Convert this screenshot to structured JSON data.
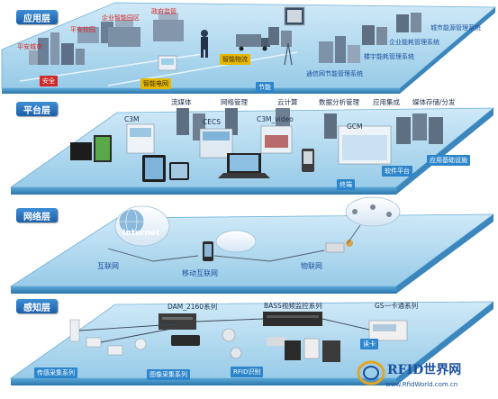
{
  "layers": {
    "application": {
      "badge": "应用层",
      "labels": {
        "safe_city_1": "平安校园",
        "enterprise_park": "企业智能园区",
        "env_monitor": "政府监管",
        "safe_city_2": "平安城市",
        "safety": "安全",
        "smart_home": "智能电网",
        "logistics": "智能物流",
        "energy_mgmt": "城市能源管理系统",
        "enterprise_mgmt": "企业能耗管理系统",
        "building_mgmt": "楼宇能耗管理系统",
        "comm_mgmt": "通信网节能管理系统",
        "energy_save": "节能"
      }
    },
    "platform": {
      "badge": "平台层",
      "labels": {
        "stream_media": "流媒体",
        "network_mgmt": "网络管理",
        "cloud_compute": "云计算",
        "data_mgmt": "数据分析管理",
        "app_integration": "应用集成",
        "media_dist": "媒体存储/分发",
        "c3m_a": "C3M",
        "ceccs": "CECS",
        "c3m_video": "C3M_video",
        "gcm": "GCM",
        "terminal": "终端",
        "software_platform": "软件平台",
        "basic_facility": "应用基础设施"
      }
    },
    "network": {
      "badge": "网络层",
      "labels": {
        "internet_cloud": "Internet",
        "internet": "互联网",
        "mobile_internet": "移动互联网",
        "iot": "物联网"
      }
    },
    "perception": {
      "badge": "感知层",
      "labels": {
        "dam": "DAM_2160系列",
        "bass": "BASS视频监控系列",
        "gs": "GS一卡通系列",
        "sensor_collect": "传感采集系列",
        "image_collect": "图像采集系列",
        "rfid": "RFID识别",
        "card": "读卡"
      }
    }
  },
  "watermark": {
    "brand": "RFID世界网",
    "url": "www.RfidWorld.com.cn"
  },
  "colors": {
    "plate_top": "#a9d6ee",
    "plate_side": "#4f9fcf",
    "badge": "#2a76c2",
    "accent_red": "#d81e1e"
  }
}
